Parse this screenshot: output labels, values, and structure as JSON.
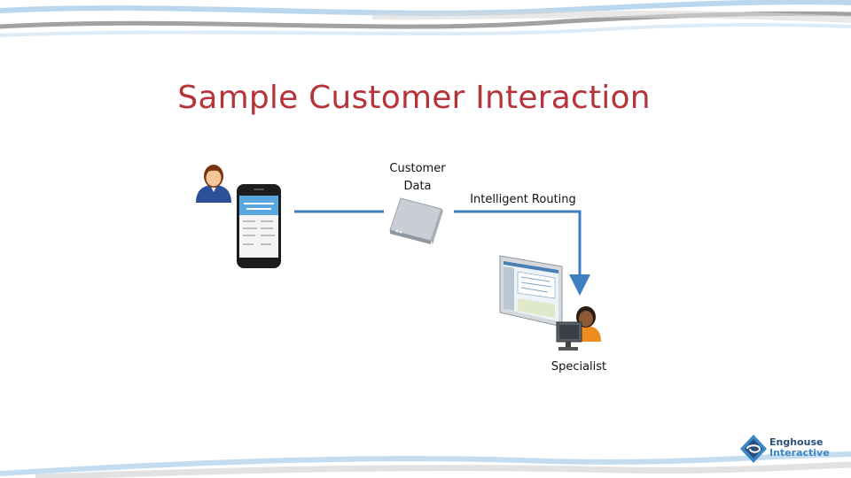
{
  "slide": {
    "title": "Sample Customer Interaction",
    "labels": {
      "customer_data_line1": "Customer",
      "customer_data_line2": "Data",
      "intelligent_routing": "Intelligent Routing",
      "specialist": "Specialist"
    }
  },
  "branding": {
    "line1": "Enghouse",
    "line2": "Interactive"
  },
  "colors": {
    "title": "#b5343a",
    "connector": "#3e7fc0",
    "swoosh_light": "#a9cde8",
    "swoosh_gray": "#8a8a8a",
    "brand_dark": "#2a4f7a",
    "brand_light": "#3b86c4"
  }
}
